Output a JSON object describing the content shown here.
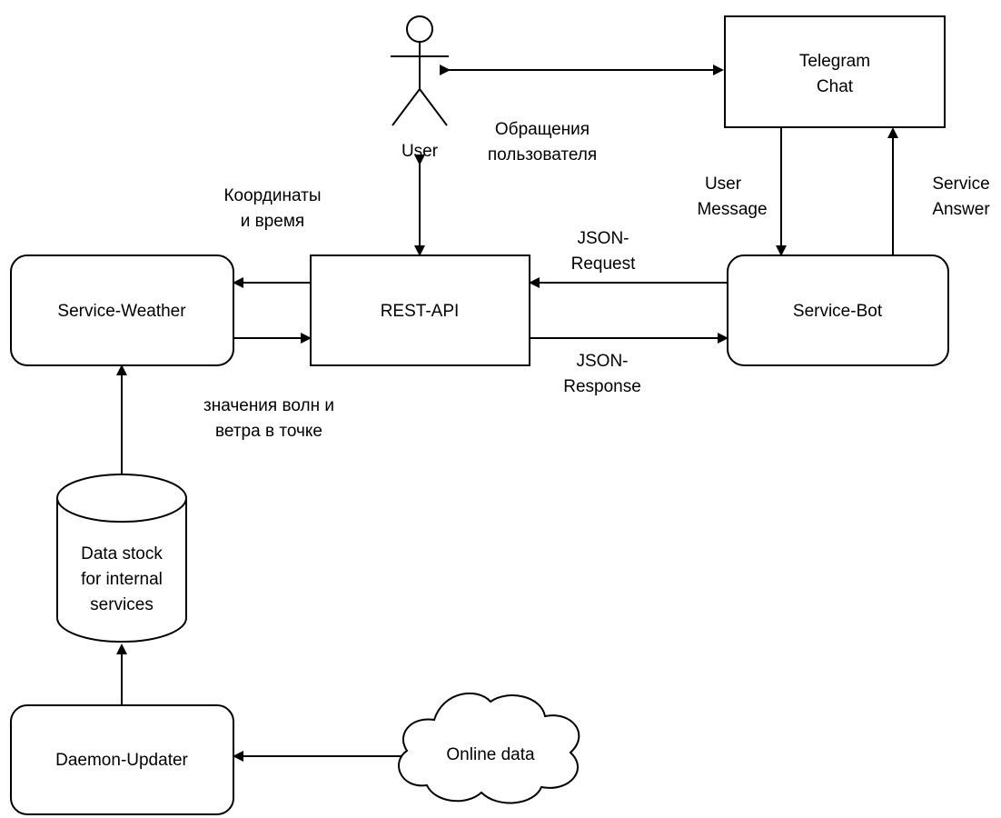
{
  "nodes": {
    "user": {
      "label": "User"
    },
    "telegram_chat": {
      "label_line1": "Telegram",
      "label_line2": "Chat"
    },
    "rest_api": {
      "label": "REST-API"
    },
    "service_weather": {
      "label": "Service-Weather"
    },
    "service_bot": {
      "label": "Service-Bot"
    },
    "data_stock": {
      "label_line1": "Data stock",
      "label_line2": "for internal",
      "label_line3": "services"
    },
    "daemon_updater": {
      "label": "Daemon-Updater"
    },
    "online_data": {
      "label": "Online data"
    }
  },
  "edge_labels": {
    "user_requests": {
      "line1": "Обращения",
      "line2": "пользователя"
    },
    "coords_time": {
      "line1": "Координаты",
      "line2": "и время"
    },
    "wave_wind": {
      "line1": "значения волн и",
      "line2": "ветра в точке"
    },
    "json_request": {
      "line1": "JSON-",
      "line2": "Request"
    },
    "json_response": {
      "line1": "JSON-",
      "line2": "Response"
    },
    "user_message": {
      "line1": "User",
      "line2": "Message"
    },
    "service_answer": {
      "line1": "Service",
      "line2": "Answer"
    }
  },
  "colors": {
    "stroke": "#000000",
    "fill": "#ffffff",
    "text": "#000000"
  }
}
